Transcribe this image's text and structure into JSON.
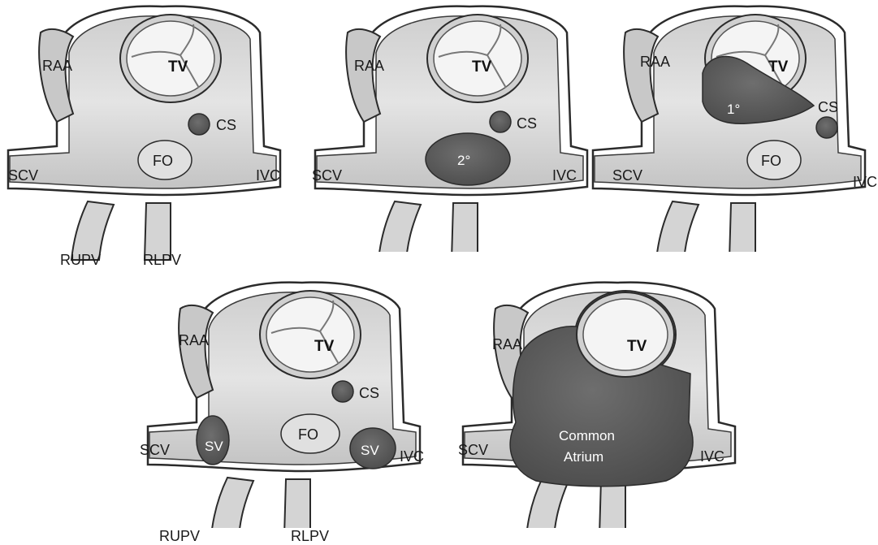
{
  "colors": {
    "atrium_fill": "#d9d9d9",
    "atrium_shade": "#bdbdbd",
    "outline": "#2b2b2b",
    "defect_fill": "#5c5c5c",
    "valve_fill": "#f2f2f2"
  },
  "panels": [
    {
      "labels": {
        "raa": "RAA",
        "tv": "TV",
        "cs": "CS",
        "scv": "SCV",
        "ivc": "IVC",
        "fo": "FO"
      },
      "bottom": {
        "rupv": "RUPV",
        "rlpv": "RLPV"
      }
    },
    {
      "labels": {
        "raa": "RAA",
        "tv": "TV",
        "cs": "CS",
        "scv": "SCV",
        "ivc": "IVC",
        "defect": "2°"
      }
    },
    {
      "labels": {
        "raa": "RAA",
        "tv": "TV",
        "cs": "CS",
        "scv": "SCV",
        "ivc": "IVC",
        "fo": "FO",
        "defect": "1°"
      }
    },
    {
      "labels": {
        "raa": "RAA",
        "tv": "TV",
        "cs": "CS",
        "scv": "SCV",
        "ivc": "IVC",
        "fo": "FO",
        "sv_left": "SV",
        "sv_right": "SV"
      },
      "bottom": {
        "rupv": "RUPV",
        "rlpv": "RLPV"
      }
    },
    {
      "labels": {
        "raa": "RAA",
        "tv": "TV",
        "scv": "SCV",
        "ivc": "IVC",
        "common_line1": "Common",
        "common_line2": "Atrium"
      }
    }
  ]
}
